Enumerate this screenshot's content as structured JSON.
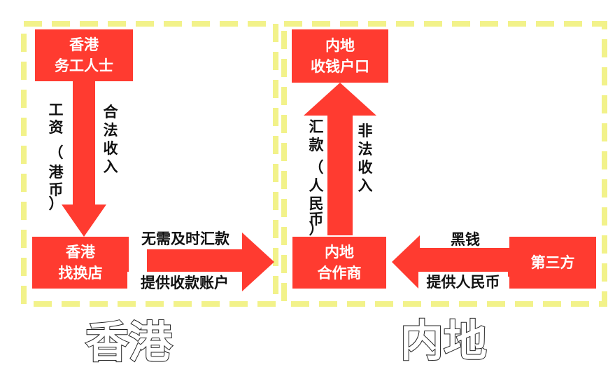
{
  "colors": {
    "node_fill": "#ff3b30",
    "arrow_fill": "#ff3b30",
    "region_border": "#f2f28a",
    "label_bg": "#ffffff",
    "text_dark": "#111111"
  },
  "regions": {
    "hong_kong": "香港",
    "mainland": "内地"
  },
  "nodes": {
    "hk_worker": [
      "香港",
      "务工人士"
    ],
    "hk_exchange": [
      "香港",
      "找换店"
    ],
    "mainland_account": [
      "内地",
      "收钱户口"
    ],
    "mainland_partner": [
      "内地",
      "合作商"
    ],
    "third_party": [
      "第三方"
    ]
  },
  "edge_labels": {
    "wage_hkd": [
      "工",
      "资",
      "（",
      "港",
      "币",
      "）"
    ],
    "legal_income": [
      "合",
      "法",
      "收",
      "入"
    ],
    "no_immediate_remit": "无需及时汇款",
    "provide_account": "提供收款账户",
    "remit_rmb": [
      "汇",
      "款",
      "（",
      "人",
      "民",
      "币",
      "）"
    ],
    "illegal_income": [
      "非",
      "法",
      "收",
      "入"
    ],
    "black_money": "黑钱",
    "provide_rmb": "提供人民币"
  }
}
